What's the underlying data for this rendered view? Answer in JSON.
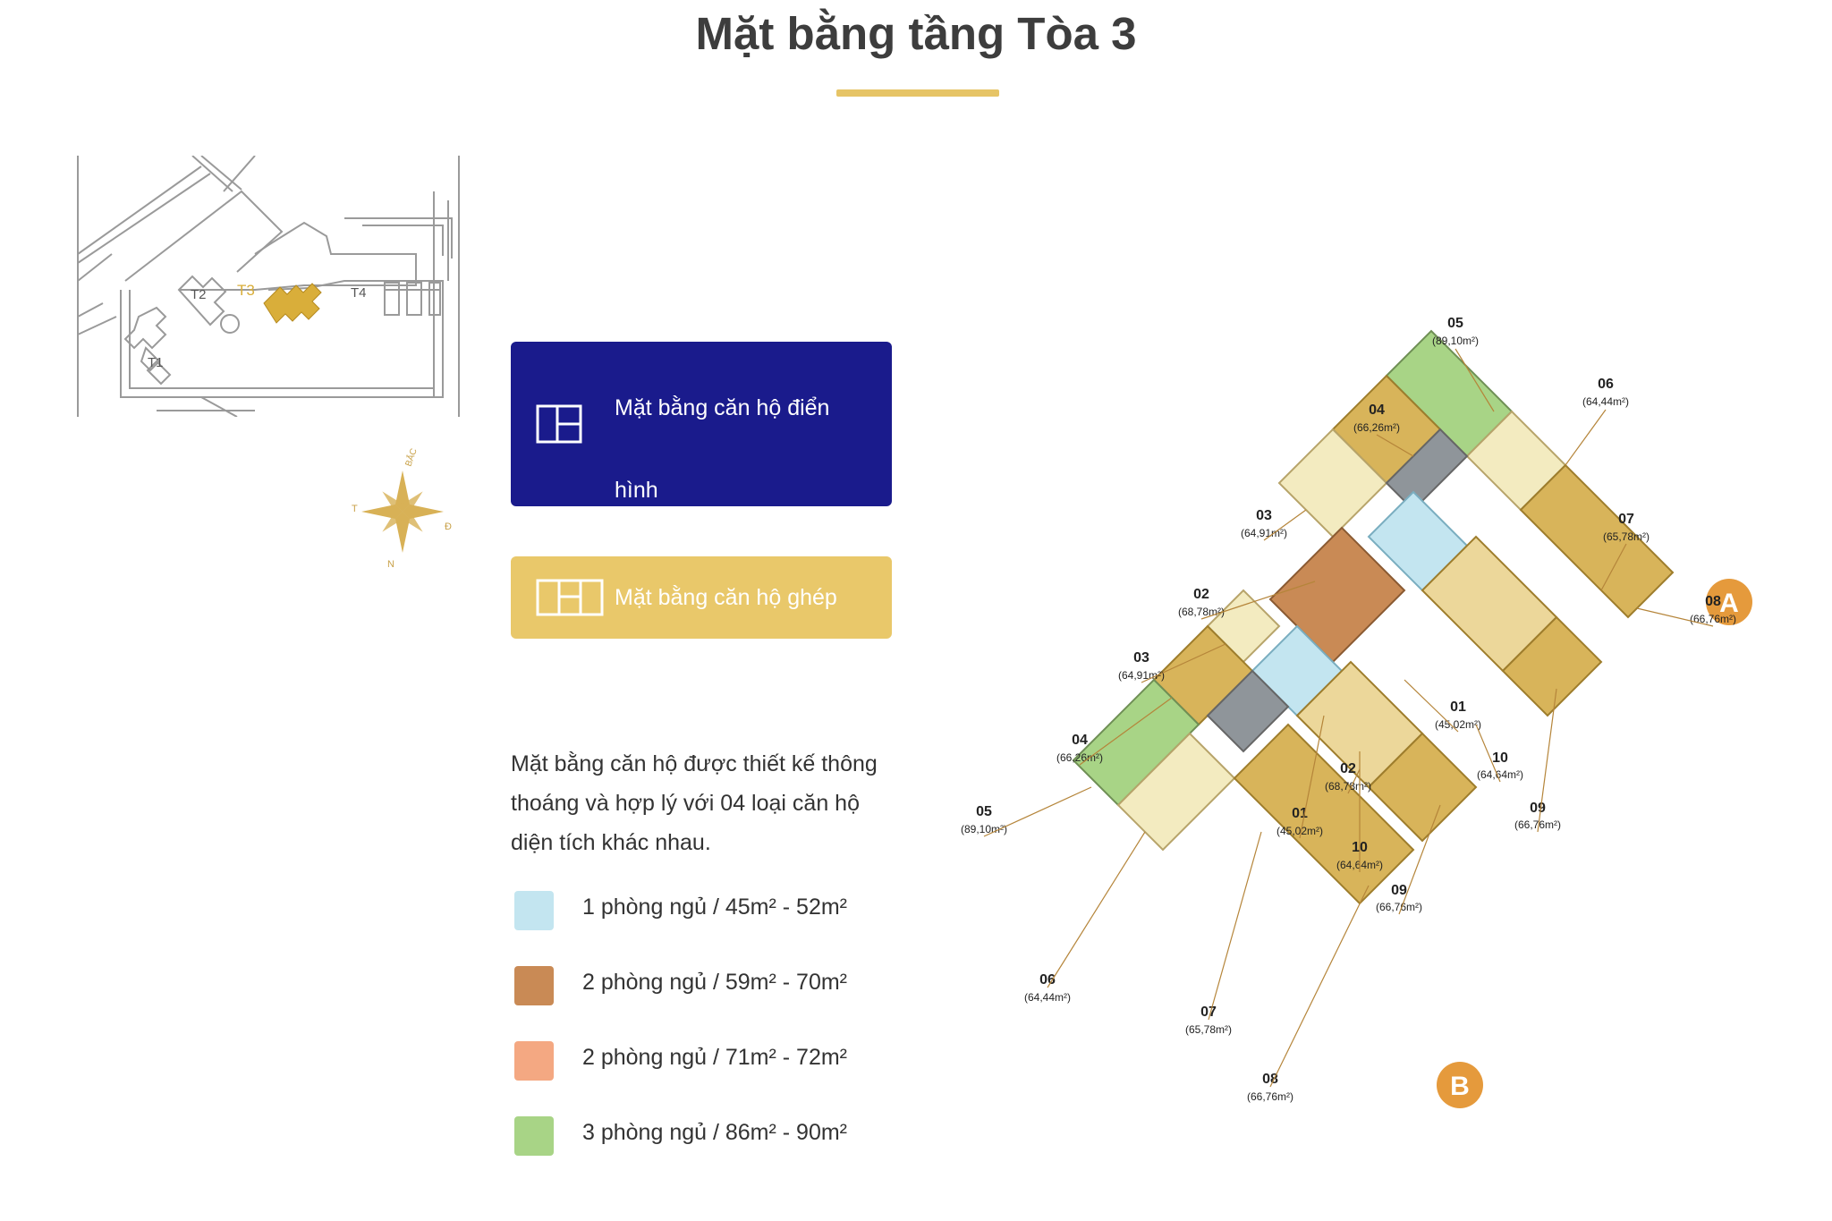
{
  "header": {
    "title": "Mặt bằng tầng Tòa 3"
  },
  "site_map": {
    "tower_labels": [
      "T1",
      "T2",
      "T3",
      "T4"
    ],
    "colors": {
      "line": "#8a8a8a",
      "highlight": "#d9ae3a"
    }
  },
  "compass": {
    "labels": [
      "BẮC",
      "Đ",
      "N",
      "T"
    ],
    "color": "#d8b156"
  },
  "buttons": {
    "typical_label": "Mặt bằng căn hộ điển hình",
    "combined_label": "Mặt bằng căn hộ ghép",
    "typical_icon": "layout-2-icon",
    "combined_icon": "layout-3-icon"
  },
  "description": "Mặt bằng căn hộ được thiết kế thông thoáng và hợp lý với 04 loại căn hộ diện tích khác nhau.",
  "legend": [
    {
      "label": "1 phòng ngủ / 45m² - 52m²",
      "color": "#c3e5f0"
    },
    {
      "label": "2 phòng ngủ / 59m² - 70m²",
      "color": "#c98a55"
    },
    {
      "label": "2 phòng ngủ / 71m² - 72m²",
      "color": "#f4a882"
    },
    {
      "label": "3 phòng ngủ / 86m² - 90m²",
      "color": "#a8d486"
    }
  ],
  "floor_plan": {
    "blocks": [
      "A",
      "B"
    ],
    "badge_color": "#e59a3c",
    "units_a": [
      {
        "num": "05",
        "area": "(89,10m²)"
      },
      {
        "num": "06",
        "area": "(64,44m²)"
      },
      {
        "num": "04",
        "area": "(66,26m²)"
      },
      {
        "num": "03",
        "area": "(64,91m²)"
      },
      {
        "num": "07",
        "area": "(65,78m²)"
      },
      {
        "num": "02",
        "area": "(68,78m²)"
      },
      {
        "num": "08",
        "area": "(66,76m²)"
      },
      {
        "num": "01",
        "area": "(45,02m²)"
      },
      {
        "num": "10",
        "area": "(64,64m²)"
      },
      {
        "num": "09",
        "area": "(66,76m²)"
      }
    ],
    "units_b": [
      {
        "num": "03",
        "area": "(64,91m²)"
      },
      {
        "num": "04",
        "area": "(66,26m²)"
      },
      {
        "num": "02",
        "area": "(68,78m²)"
      },
      {
        "num": "05",
        "area": "(89,10m²)"
      },
      {
        "num": "01",
        "area": "(45,02m²)"
      },
      {
        "num": "10",
        "area": "(64,64m²)"
      },
      {
        "num": "09",
        "area": "(66,76m²)"
      },
      {
        "num": "06",
        "area": "(64,44m²)"
      },
      {
        "num": "07",
        "area": "(65,78m²)"
      },
      {
        "num": "08",
        "area": "(66,76m²)"
      }
    ],
    "colors": {
      "green": "#a8d486",
      "gold": "#d8b45a",
      "cream": "#f3ebc0",
      "light_gold": "#ecd79a",
      "blue": "#c3e5f0",
      "brown": "#c98a55",
      "gray": "#8f959a"
    }
  }
}
